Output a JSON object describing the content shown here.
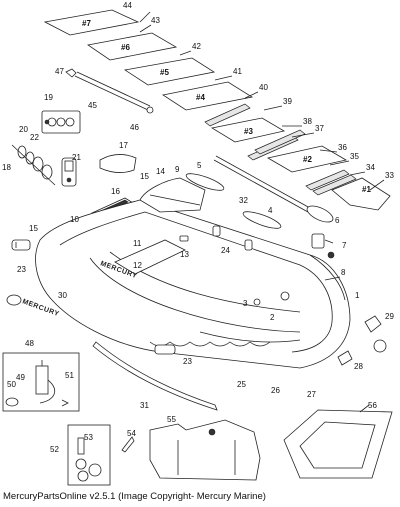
{
  "brand": {
    "hull_print": "MERCURY",
    "decal_print": "MERCURY"
  },
  "floor_plates": [
    "#7",
    "#6",
    "#5",
    "#4",
    "#3",
    "#2",
    "#1"
  ],
  "callouts": [
    "1",
    "2",
    "3",
    "4",
    "5",
    "6",
    "7",
    "8",
    "9",
    "10",
    "11",
    "12",
    "13",
    "14",
    "15",
    "15",
    "16",
    "17",
    "18",
    "19",
    "20",
    "21",
    "22",
    "23",
    "23",
    "24",
    "25",
    "26",
    "27",
    "28",
    "29",
    "30",
    "31",
    "32",
    "33",
    "34",
    "35",
    "36",
    "37",
    "38",
    "39",
    "40",
    "41",
    "42",
    "43",
    "44",
    "45",
    "46",
    "47",
    "48",
    "49",
    "50",
    "51",
    "52",
    "53",
    "54",
    "55",
    "56"
  ],
  "caption": "MercuryPartsOnline v2.5.1 (Image Copyright- Mercury Marine)"
}
